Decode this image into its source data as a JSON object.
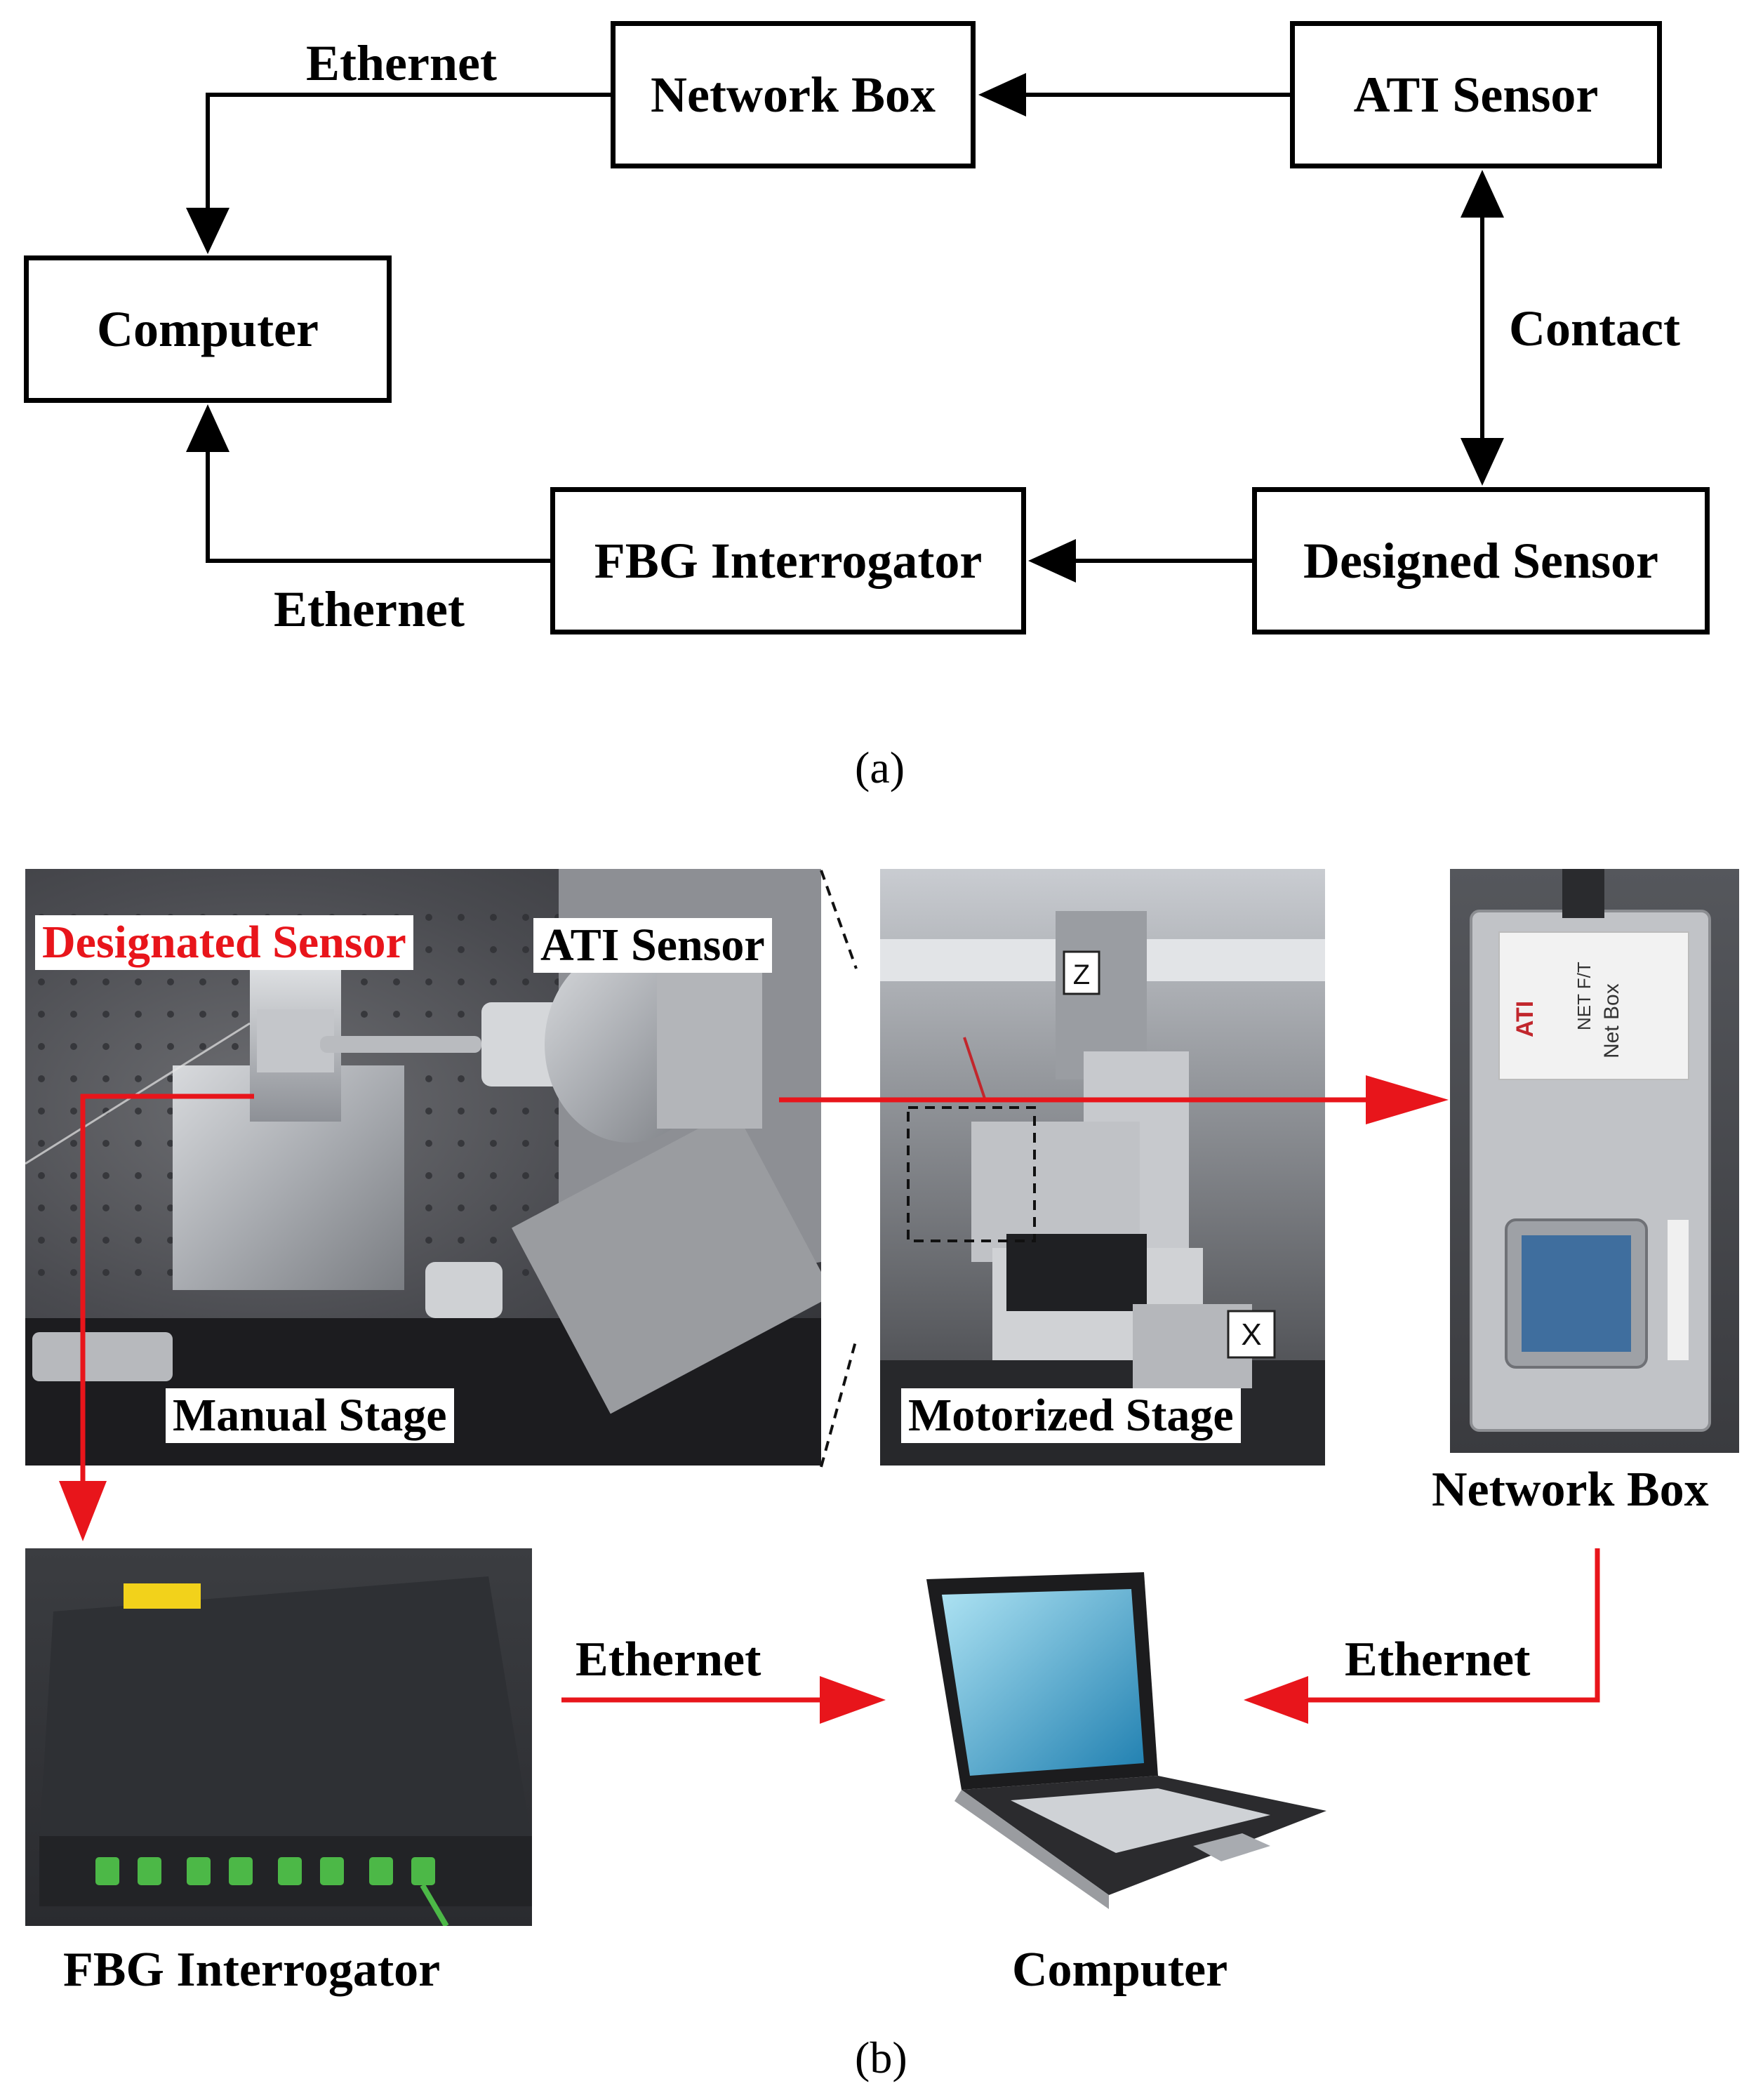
{
  "panel_a": {
    "caption": "(a)",
    "boxes": {
      "network_box": "Network Box",
      "ati_sensor": "ATI Sensor",
      "computer": "Computer",
      "fbg_interrogator": "FBG Interrogator",
      "designed_sensor": "Designed Sensor"
    },
    "labels": {
      "ethernet_top": "Ethernet",
      "ethernet_bottom": "Ethernet",
      "contact": "Contact"
    }
  },
  "panel_b": {
    "caption": "(b)",
    "photo_labels": {
      "designated_sensor": "Designated Sensor",
      "ati_sensor": "ATI Sensor",
      "manual_stage": "Manual Stage",
      "motorized_stage": "Motorized Stage"
    },
    "device_labels": {
      "network_box": "Network Box",
      "fbg_interrogator": "FBG Interrogator",
      "computer": "Computer"
    },
    "connection_labels": {
      "ethernet_left": "Ethernet",
      "ethernet_right": "Ethernet"
    },
    "device_text": {
      "net_ft": "NET F/T",
      "net_box": "Net Box",
      "ati_logo": "ATI",
      "stage_z": "Z",
      "stage_x": "X"
    }
  },
  "colors": {
    "arrow_red": "#e8151b",
    "designated_sensor_red": "#e8151b",
    "black": "#000000"
  }
}
